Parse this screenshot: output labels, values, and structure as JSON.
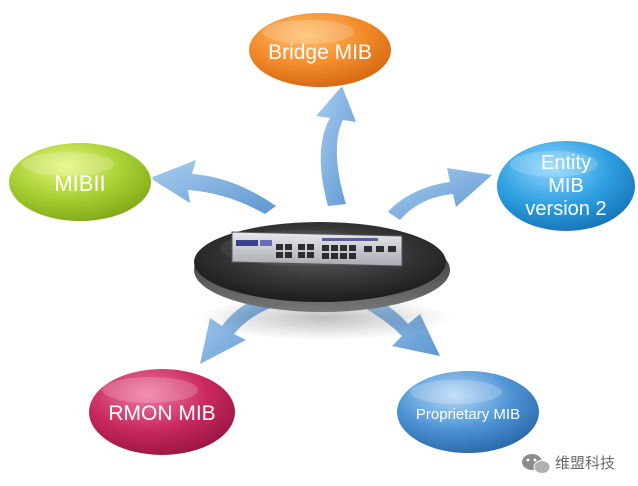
{
  "nodes": {
    "bridge_mib": {
      "line1": "Bridge MIB",
      "color": "#f28a2a"
    },
    "mibii": {
      "line1": "MIBII",
      "color": "#a6cf32"
    },
    "entity_mib": {
      "line1": "Entity",
      "line2": "MIB",
      "line3": "version 2",
      "color": "#2e9fe0"
    },
    "rmon_mib": {
      "line1": "RMON MIB",
      "color": "#c8285e"
    },
    "proprietary_mib": {
      "line1": "Proprietary MIB",
      "color": "#3f85c9"
    }
  },
  "center": {
    "device": "network-switch",
    "platform_color": "#3a3a3a"
  },
  "arrows": {
    "color": "#7fb0de"
  },
  "watermark": {
    "text": "维盟科技",
    "icon": "wechat-icon"
  }
}
